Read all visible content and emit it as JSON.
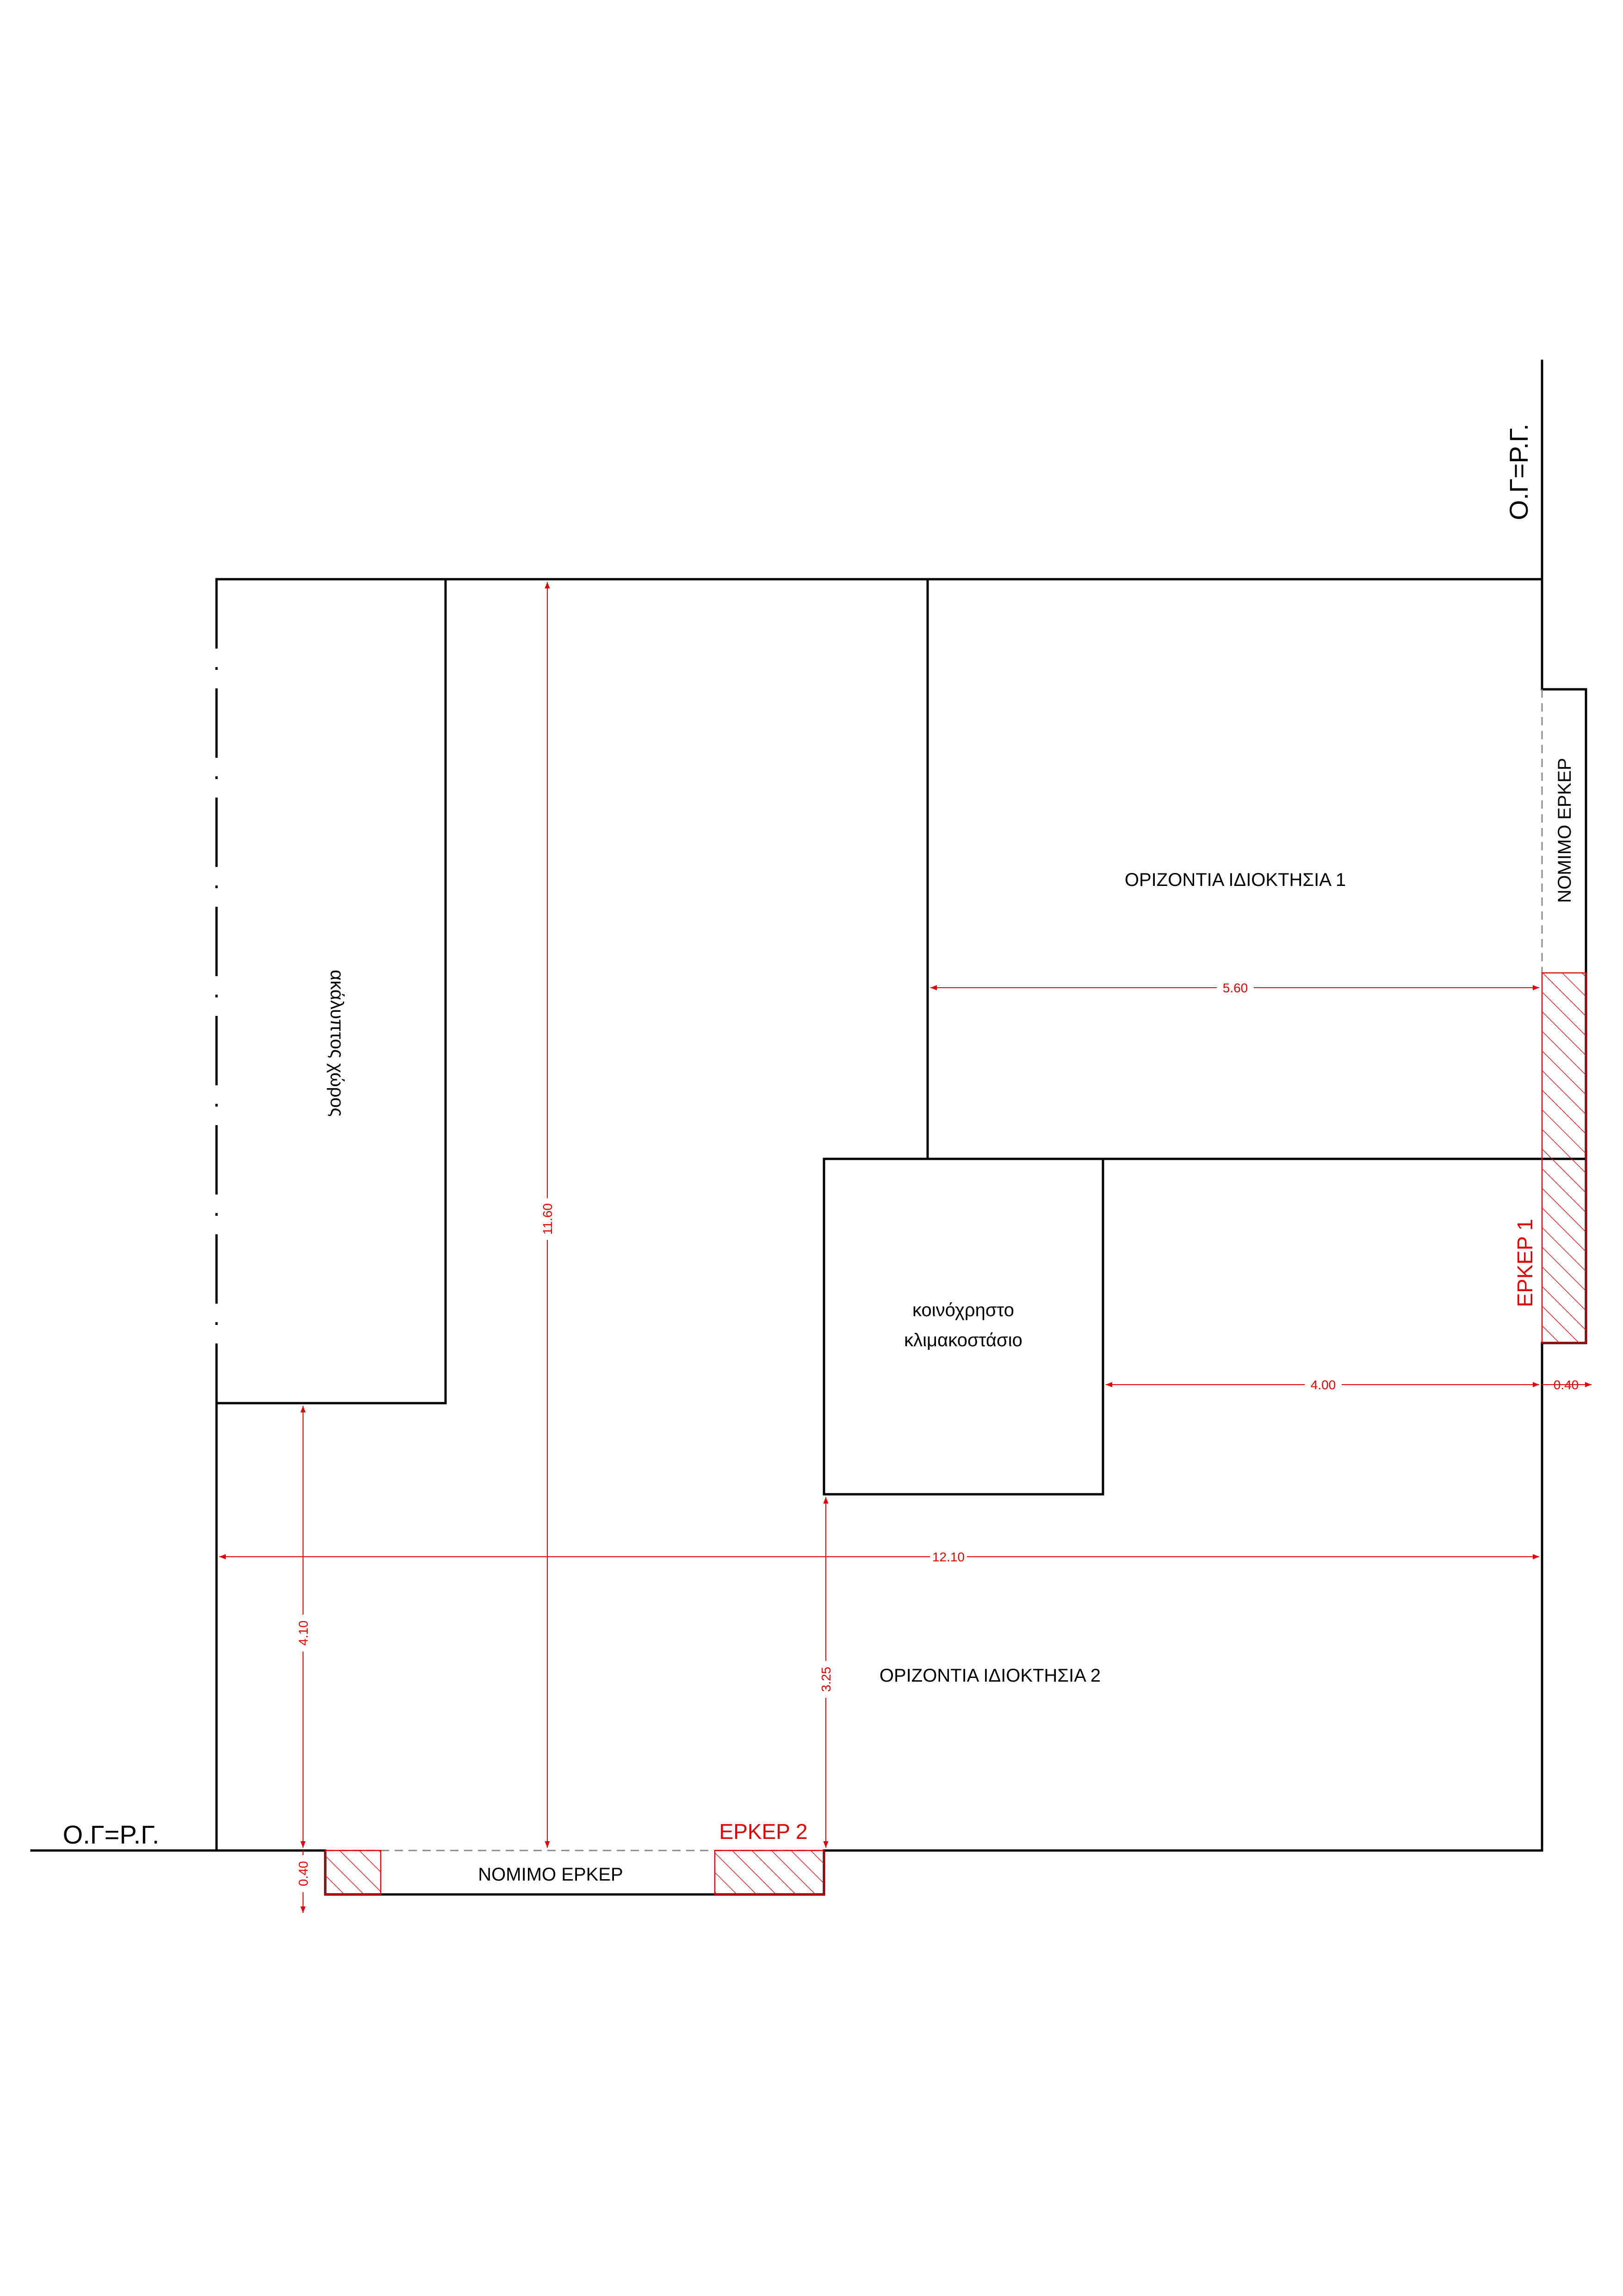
{
  "labels": {
    "og_rg_top": "Ο.Γ=Ρ.Γ.",
    "og_rg_bottom": "Ο.Γ=Ρ.Γ.",
    "property_1": "ΟΡΙΖΟΝΤΙΑ ΙΔΙΟΚΤΗΣΙΑ 1",
    "property_2": "ΟΡΙΖΟΝΤΙΑ ΙΔΙΟΚΤΗΣΙΑ 2",
    "open_space": "ακάλυπτος χώρος",
    "staircase_line1": "κοινόχρηστο",
    "staircase_line2": "κλιμακοστάσιο",
    "legal_bay_right": "ΝΟΜΙΜΟ ΕΡΚΕΡ",
    "legal_bay_bottom": "ΝΟΜΙΜΟ ΕΡΚΕΡ",
    "bay_1": "ΕΡΚΕΡ 1",
    "bay_2": "ΕΡΚΕΡ 2"
  },
  "dimensions": {
    "total_depth": "11.60",
    "property_1_width": "5.60",
    "staircase_to_edge": "4.00",
    "right_bay_depth": "0.40",
    "total_width": "12.10",
    "open_space_offset": "4.10",
    "staircase_offset": "3.25",
    "bottom_bay_depth": "0.40"
  },
  "colors": {
    "walls": "#000000",
    "dimensions": "#e00000",
    "bay_hatch": "#e00000"
  }
}
